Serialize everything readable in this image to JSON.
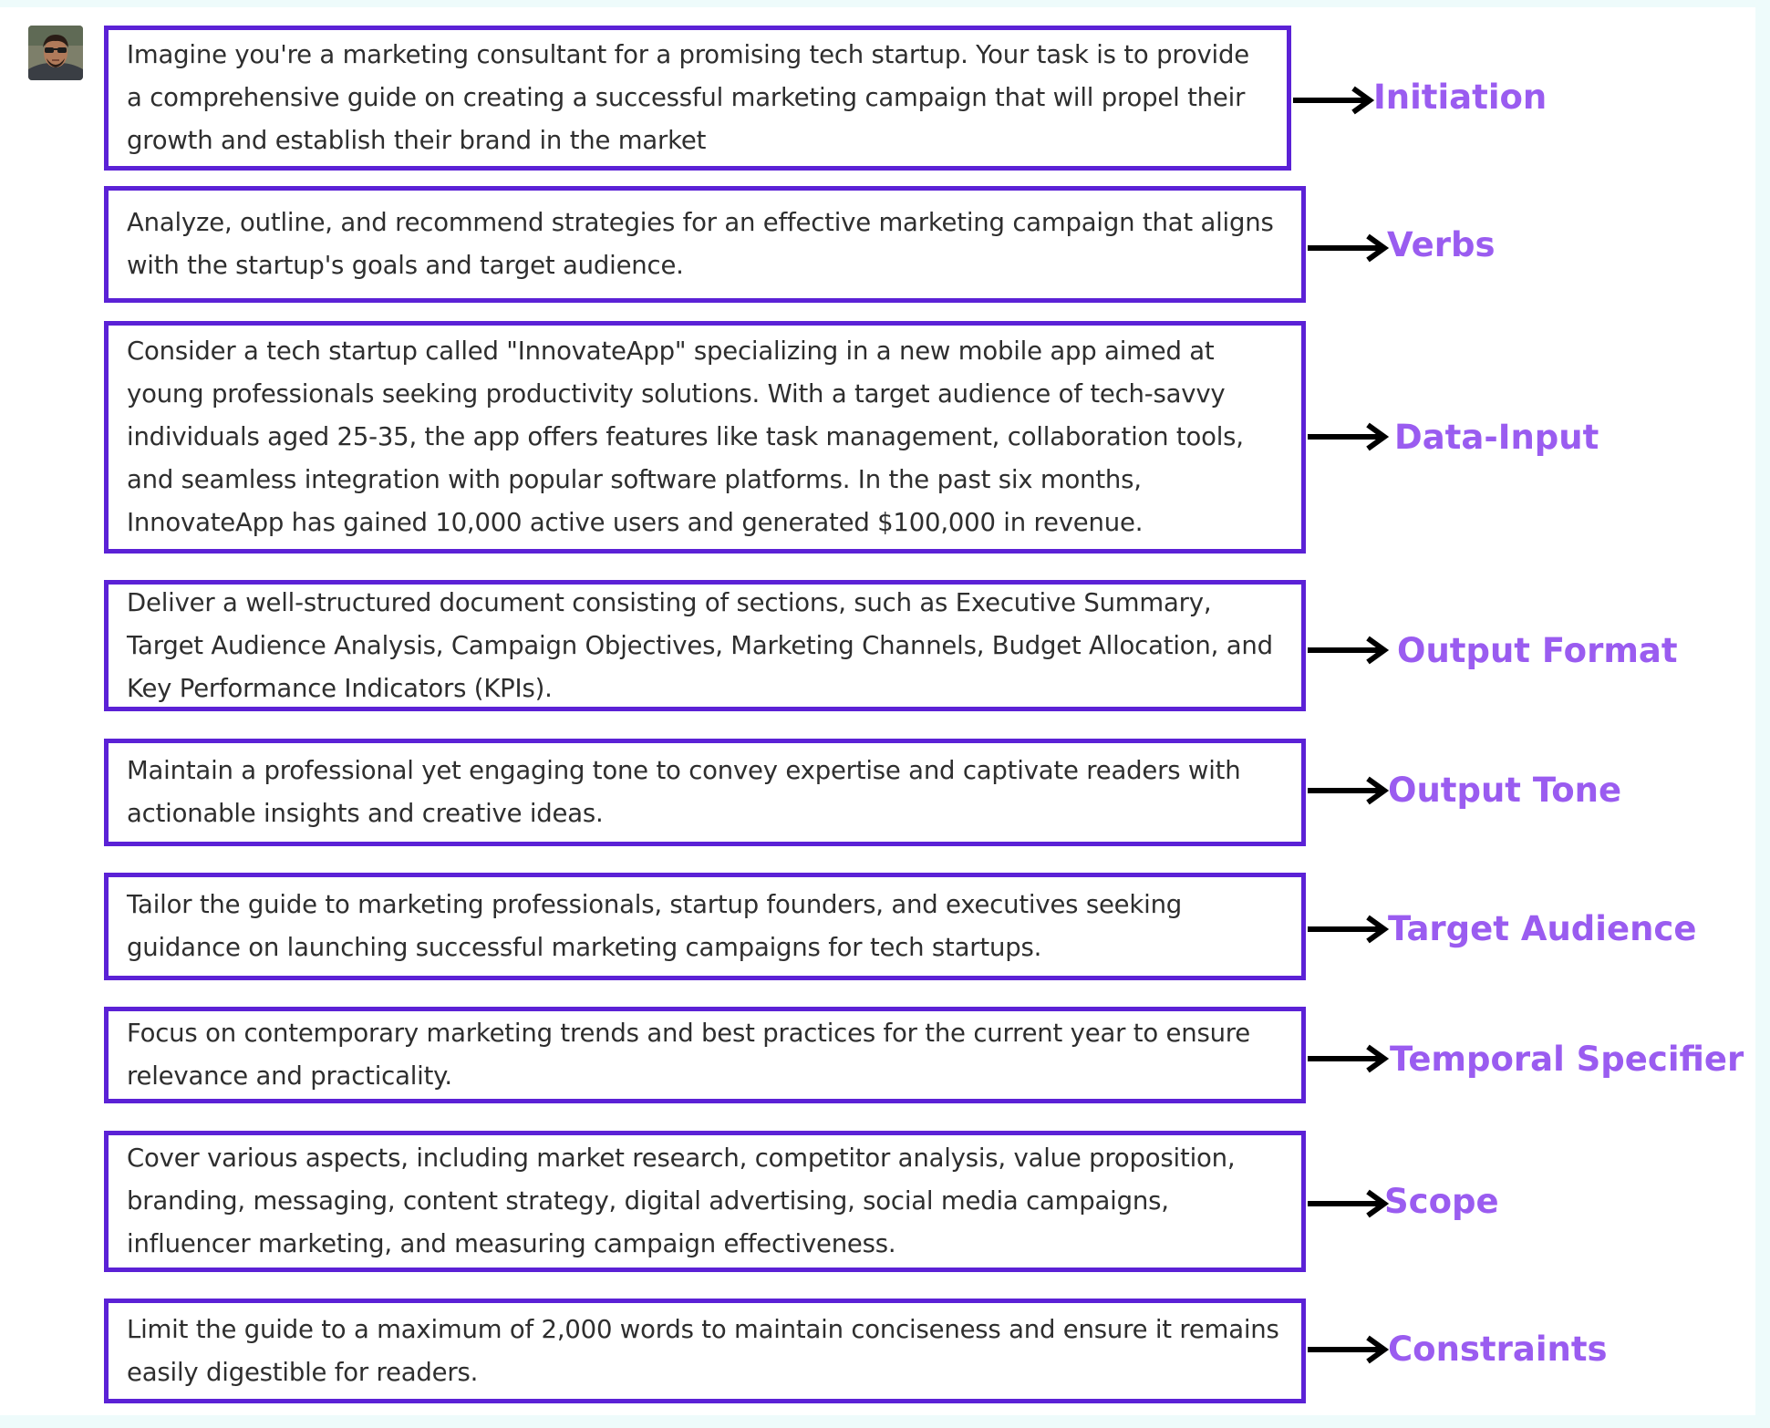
{
  "colors": {
    "box_border": "#5b21d6",
    "label": "#9a5cf0",
    "arrow": "#000000",
    "text": "#2e2e2e"
  },
  "avatar": {
    "icon": "user-avatar-icon"
  },
  "sections": [
    {
      "text": "Imagine you're a marketing consultant for a promising tech startup. Your task is to provide a comprehensive guide on creating a successful marketing campaign that will propel their growth and establish their brand in the market",
      "label": "Initiation"
    },
    {
      "text": "Analyze, outline, and recommend strategies for an effective marketing campaign that aligns with the startup's goals and target audience.",
      "label": "Verbs"
    },
    {
      "text": "Consider a tech startup called \"InnovateApp\" specializing in a new mobile app aimed at young professionals seeking productivity solutions. With a target audience of tech-savvy individuals aged 25-35, the app offers features like task management, collaboration tools, and seamless integration with popular software platforms. In the past six months, InnovateApp has gained 10,000 active users and generated $100,000 in revenue.",
      "label": "Data-Input"
    },
    {
      "text": "Deliver a well-structured document consisting of sections, such as Executive Summary, Target Audience Analysis, Campaign Objectives, Marketing Channels, Budget Allocation, and Key Performance Indicators (KPIs).",
      "label": "Output Format"
    },
    {
      "text": "Maintain a professional yet engaging tone to convey expertise and captivate readers with actionable insights and creative ideas.",
      "label": "Output Tone"
    },
    {
      "text": "Tailor the guide to marketing professionals, startup founders, and executives seeking guidance on launching successful marketing campaigns for tech startups.",
      "label": "Target Audience"
    },
    {
      "text": "Focus on contemporary marketing trends and best practices for the current year to ensure relevance and practicality.",
      "label": "Temporal Specifier"
    },
    {
      "text": "Cover various aspects, including market research, competitor analysis, value proposition, branding, messaging, content strategy, digital advertising, social media campaigns, influencer marketing, and measuring campaign effectiveness.",
      "label": "Scope"
    },
    {
      "text": "Limit the guide to a maximum of 2,000 words to maintain conciseness and ensure it remains easily digestible for readers.",
      "label": "Constraints"
    }
  ]
}
